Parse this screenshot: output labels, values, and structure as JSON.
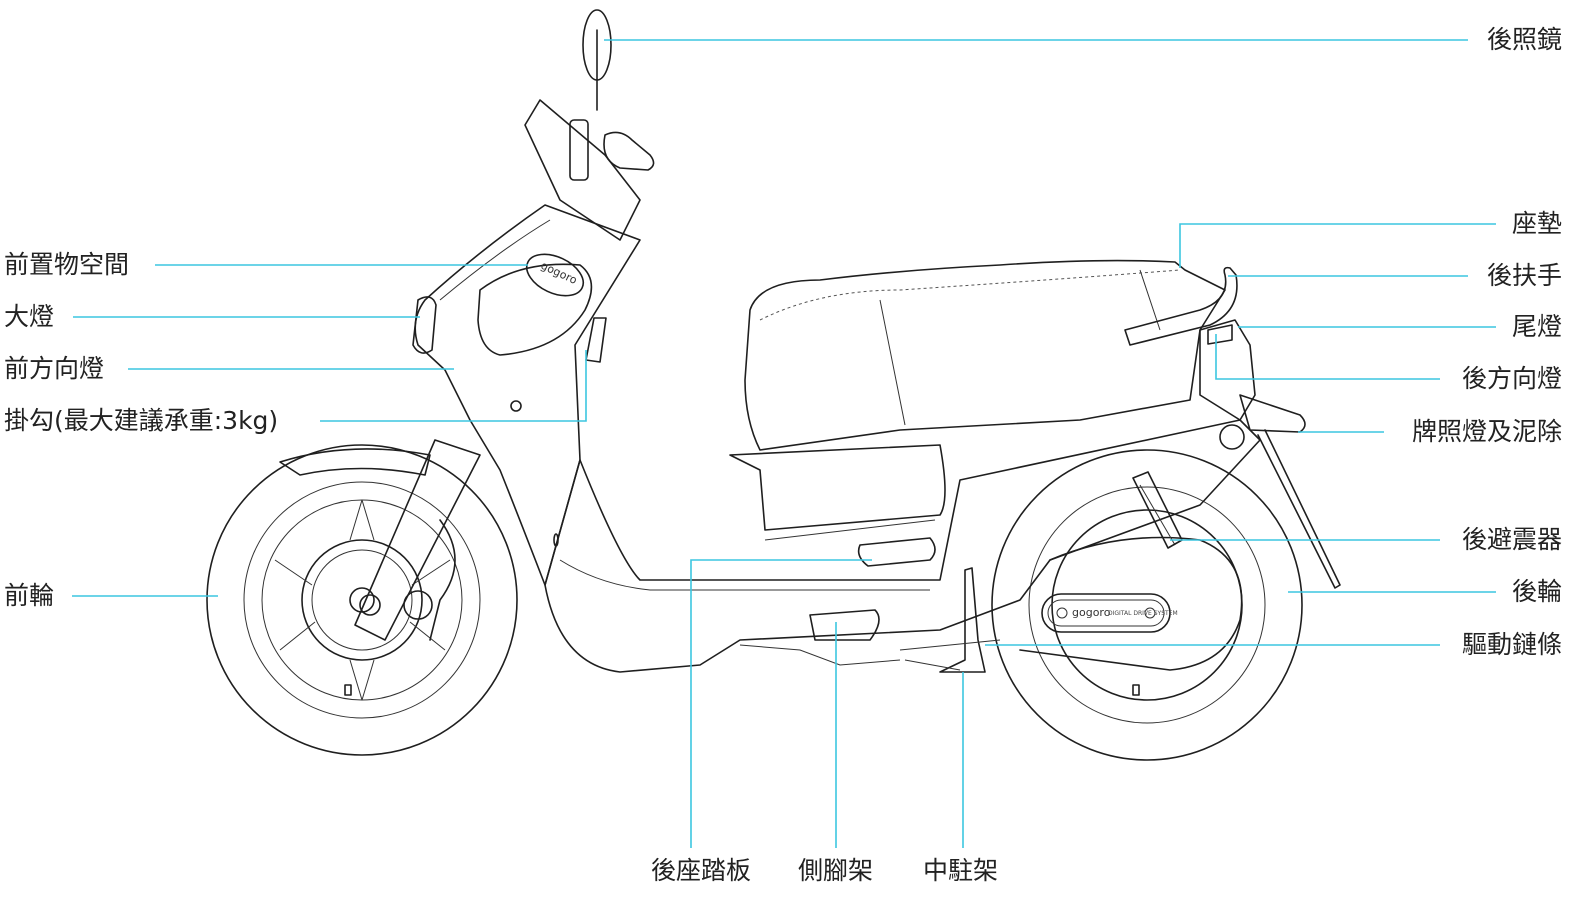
{
  "labels": {
    "rear_mirror": "後照鏡",
    "front_storage": "前置物空間",
    "headlight": "大燈",
    "front_turn_signal": "前方向燈",
    "hook": "掛勾(最大建議承重:3kg)",
    "front_wheel": "前輪",
    "seat": "座墊",
    "rear_grab_handle": "後扶手",
    "tail_light": "尾燈",
    "rear_turn_signal": "後方向燈",
    "license_light_mudguard": "牌照燈及泥除",
    "rear_shock": "後避震器",
    "rear_wheel": "後輪",
    "drive_belt": "驅動鏈條",
    "rear_footrest": "後座踏板",
    "side_stand": "側腳架",
    "center_stand": "中駐架"
  },
  "decals": {
    "brand": "gogoro",
    "drive_system": "DIGITAL DRIVE SYSTEM"
  }
}
